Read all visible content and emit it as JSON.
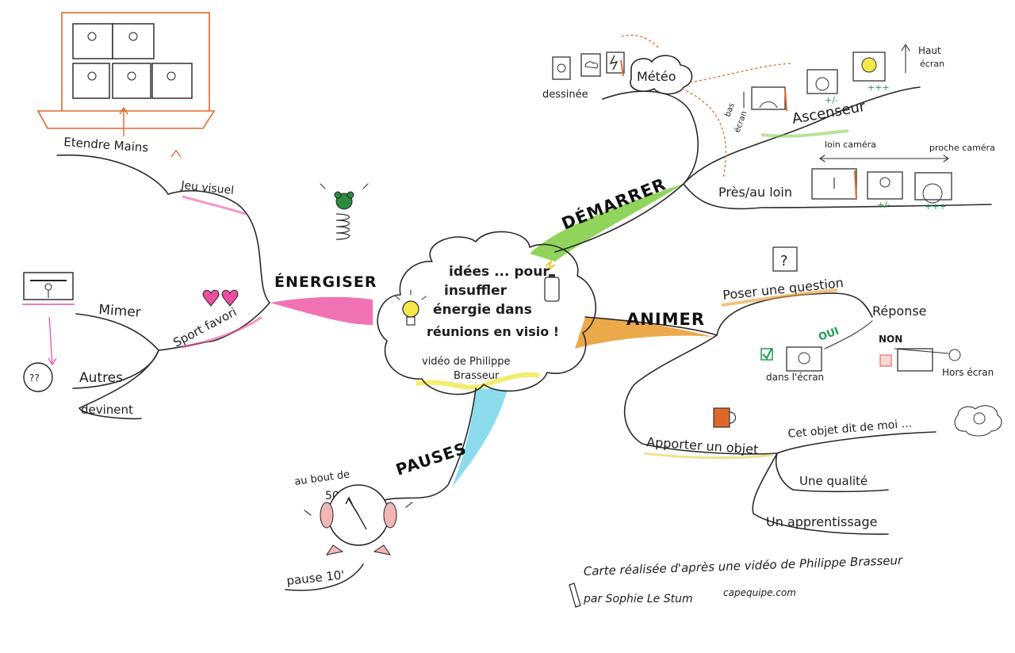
{
  "center": {
    "lines": [
      "idées ... pour",
      "insuffler",
      "énergie dans",
      "réunions en visio !"
    ],
    "subtitle_lines": [
      "vidéo de Philippe",
      "Brasseur"
    ]
  },
  "branches": {
    "demarrer": {
      "title": "DÉMARRER",
      "meteo": {
        "label": "Météo",
        "dessinee": "dessinée"
      },
      "ascenseur": {
        "label": "Ascenseur",
        "haut": "Haut",
        "haut_ecran": "écran",
        "bas": "bas",
        "bas_ecran": "écran",
        "plus_minus": "+/-",
        "plus": "+++"
      },
      "pres_loin": {
        "label": "Près/au loin",
        "loin": "loin caméra",
        "proche": "proche caméra",
        "plus_minus": "+/-",
        "plus": "+++"
      }
    },
    "animer": {
      "title": "ANIMER",
      "question": {
        "label": "Poser une question",
        "q_mark": "?",
        "reponse": "Réponse",
        "oui": "OUI",
        "non": "NON",
        "dans_ecran": "dans l'écran",
        "hors_ecran": "Hors écran"
      },
      "objet": {
        "label": "Apporter un objet",
        "dit": "Cet objet dit de moi ...",
        "qualite": "Une qualité",
        "apprentissage": "Un apprentissage"
      }
    },
    "energiser": {
      "title": "ÉNERGISER",
      "jeu": {
        "label": "Jeu visuel",
        "etendre": "Etendre Mains"
      },
      "sport": {
        "label": "Sport favori",
        "mimer": "Mimer",
        "autres": "Autres",
        "devinent": "devinent",
        "qq": "??"
      }
    },
    "pauses": {
      "title": "PAUSES",
      "au_bout": "au bout de",
      "duree": "50'",
      "pause": "pause 10'"
    }
  },
  "credit": {
    "line1": "Carte réalisée d'après une vidéo de Philippe Brasseur",
    "line2": "par Sophie Le Stum",
    "site": "capequipe.com"
  },
  "colors": {
    "demarrer": "#7ccd3e",
    "animer": "#e89a2a",
    "energiser": "#ec4fa0",
    "pauses": "#6fd3ea",
    "center_yellow": "#f0e84a",
    "orange": "#e0672a",
    "green_check": "#1f9a55",
    "bear": "#2e8b3e"
  }
}
